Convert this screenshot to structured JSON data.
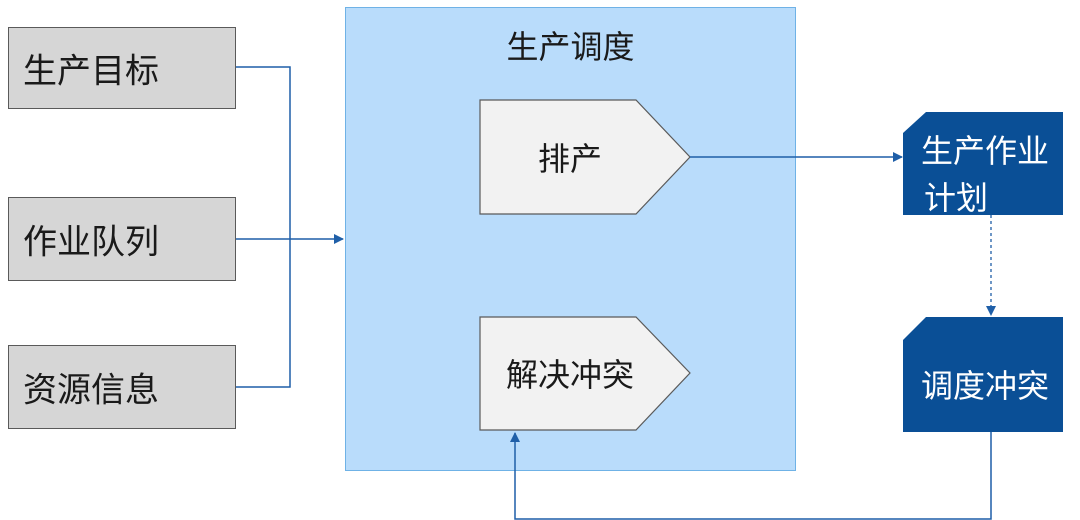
{
  "inputs": [
    {
      "label": "生产目标"
    },
    {
      "label": "作业队列"
    },
    {
      "label": "资源信息"
    }
  ],
  "main": {
    "title": "生产调度",
    "steps": [
      {
        "label": "排产"
      },
      {
        "label": "解决冲突"
      }
    ]
  },
  "outputs": [
    {
      "line1": "生产作业",
      "line2": "计划"
    },
    {
      "line1": "调度冲突"
    }
  ],
  "colors": {
    "input_fill": "#d6d6d6",
    "panel_fill": "#b9dcfb",
    "output_fill": "#0a4f96",
    "connector": "#1f5fa8"
  }
}
